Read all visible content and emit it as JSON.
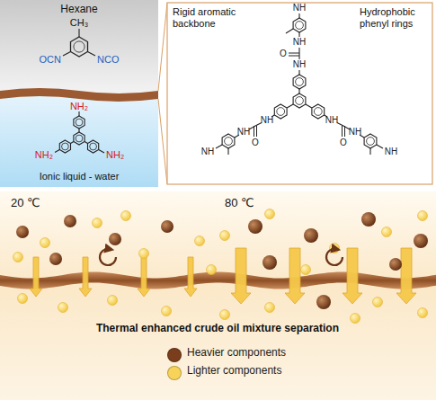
{
  "diagram": {
    "labels": [
      "Hexane",
      "CH₃",
      "OCN",
      "NCO",
      "NH₂",
      "NH₂",
      "NH₂",
      "Ionic liquid - water",
      "Rigid aromatic backbone",
      "Hydrophobic phenyl rings",
      "NH",
      "NH",
      "O",
      "NH",
      "NH",
      "O",
      "NH",
      "NH",
      "NH",
      "O",
      "NH",
      "NH",
      "20 ℃",
      "80 ℃",
      "Thermal enhanced crude oil mixture separation"
    ],
    "legend": [
      {
        "text": "Heavier components",
        "color": "#7a3e1c"
      },
      {
        "text": "Lighter components",
        "color": "#f7d35a"
      }
    ]
  }
}
